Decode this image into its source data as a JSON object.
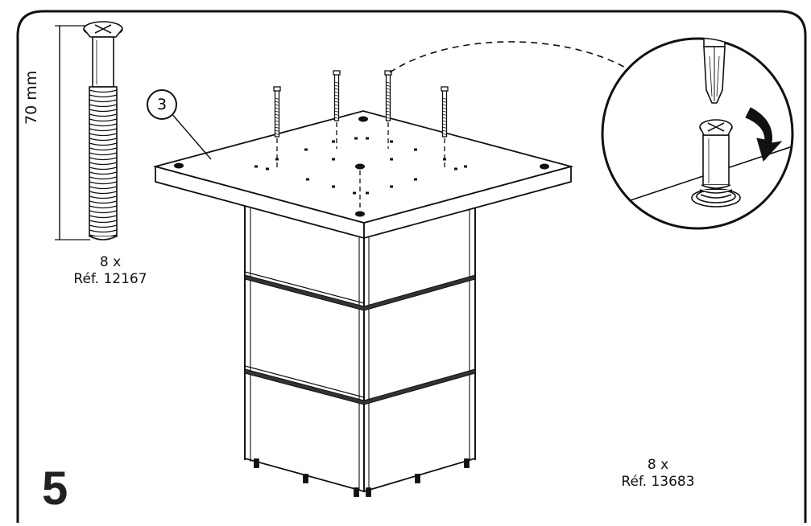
{
  "step": {
    "number": "5"
  },
  "callout": {
    "part_number": "3"
  },
  "screw": {
    "length_label": "70 mm"
  },
  "parts": [
    {
      "qty": "8 x",
      "ref": "Réf. 12167"
    },
    {
      "qty": "8 x",
      "ref": "Réf. 13683"
    }
  ],
  "colors": {
    "line": "#111111",
    "panel": "#ffffff",
    "step_number": "#222222"
  },
  "icons": [
    "phillips-screwdriver-icon",
    "rotate-clockwise-arrow-icon",
    "cross-head-screw-icon"
  ]
}
